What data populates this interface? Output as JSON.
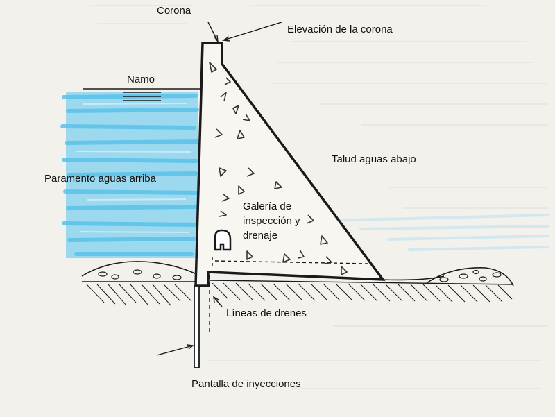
{
  "labels": {
    "crest": "Corona",
    "crest_elevation": "Elevación de la corona",
    "max_water_level": "Namo",
    "downstream_slope": "Talud aguas abajo",
    "upstream_face": "Paramento aguas arriba",
    "inspection_gallery": "Galería de inspección y drenaje",
    "drain_lines": "Líneas de drenes",
    "grout_curtain": "Pantalla de inyecciones"
  },
  "colors": {
    "water": "#7fd0ef",
    "dam_outline": "#1a1a1a",
    "background": "#f2f1ec"
  }
}
